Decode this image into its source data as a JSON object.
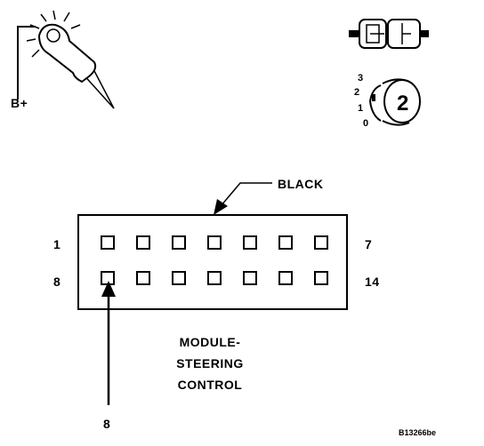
{
  "icons": {
    "test_light": "test-light-icon",
    "battery_label": "B+",
    "connector_side": "connector-side-icon",
    "multimeter_dial": "multimeter-dial-icon",
    "dial_marks": [
      "3",
      "2",
      "1",
      "0"
    ],
    "dial_value": "2"
  },
  "connector": {
    "color_label": "BLACK",
    "row1_start": "1",
    "row1_end": "7",
    "row2_start": "8",
    "row2_end": "14",
    "pins_per_row": 7,
    "probe_pin_label": "8",
    "name_lines": [
      "MODULE-",
      "STEERING",
      "CONTROL"
    ]
  },
  "figure_id": "B13266be"
}
